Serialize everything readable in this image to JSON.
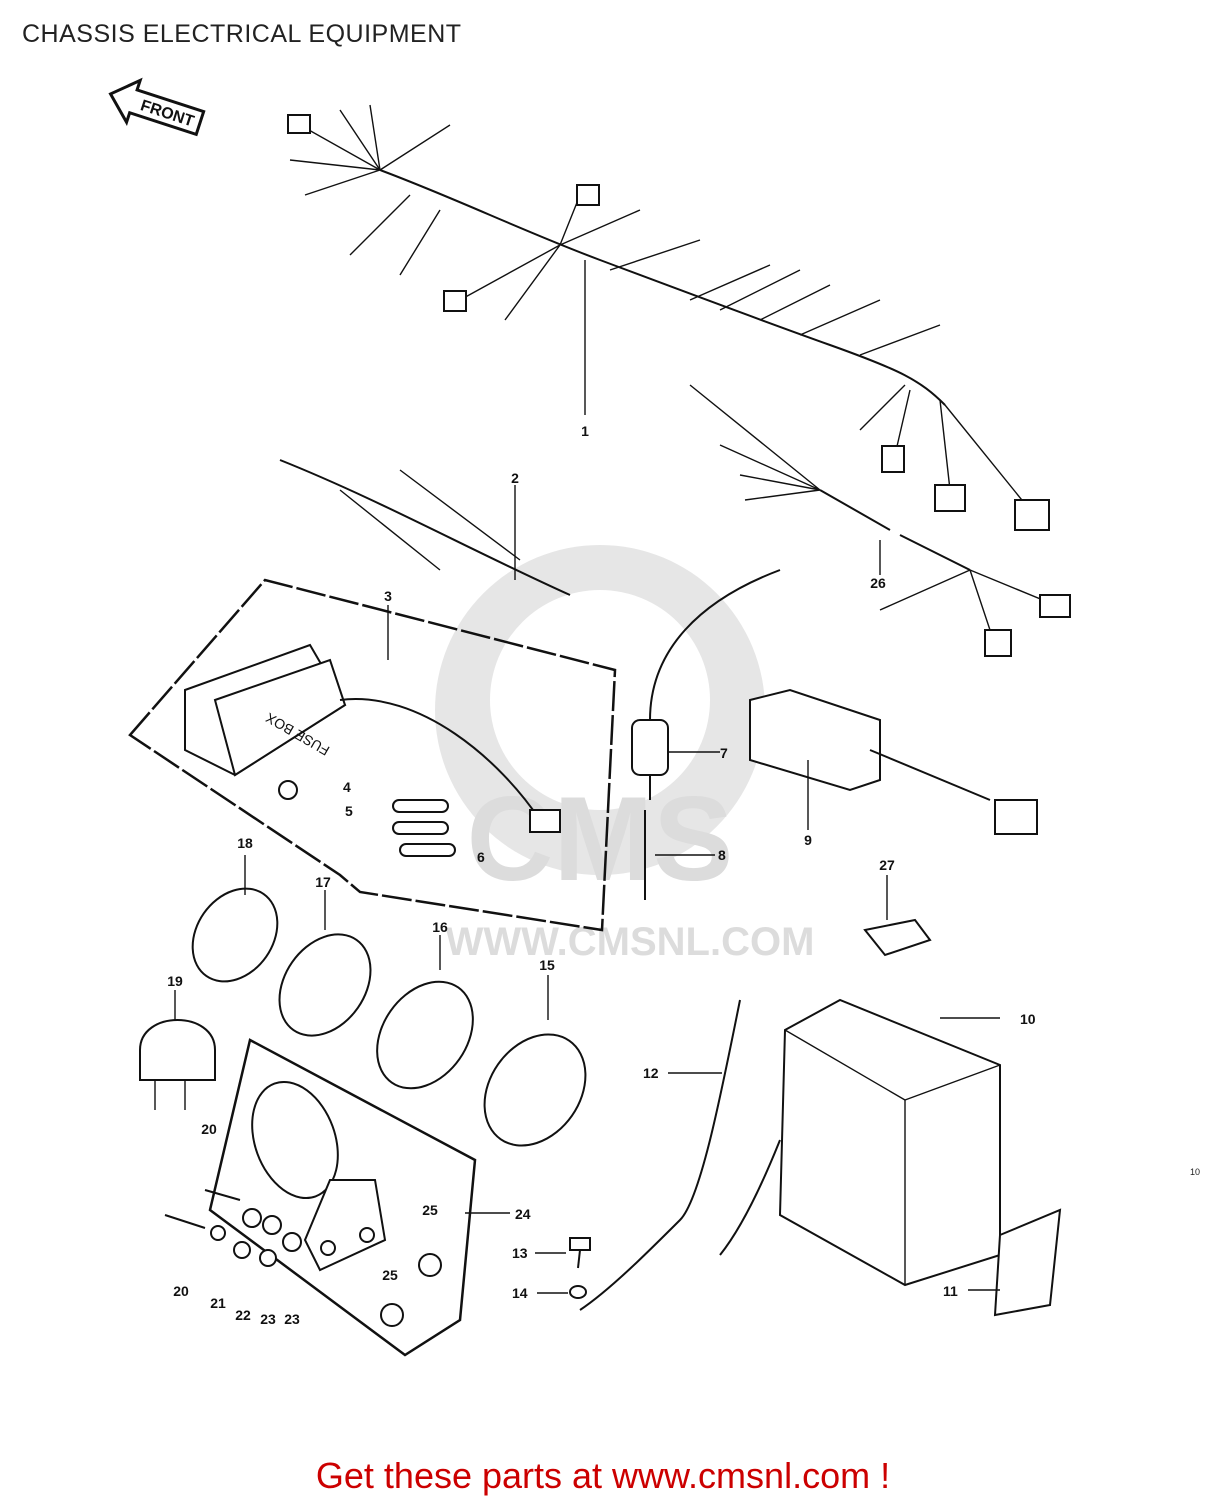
{
  "title": "CHASSIS ELECTRICAL EQUIPMENT",
  "front_arrow_label": "FRONT",
  "fuse_box_text": "FUSE BOX",
  "watermark": {
    "logo_text": "CMS",
    "url": "WWW.CMSNL.COM"
  },
  "corner_text": "10",
  "footer_link": "Get these parts at www.cmsnl.com !",
  "callouts": {
    "c1": "1",
    "c2": "2",
    "c3": "3",
    "c4": "4",
    "c5": "5",
    "c6": "6",
    "c7": "7",
    "c8": "8",
    "c9": "9",
    "c10": "10",
    "c11": "11",
    "c12": "12",
    "c13": "13",
    "c14": "14",
    "c15": "15",
    "c16": "16",
    "c17": "17",
    "c18": "18",
    "c19": "19",
    "c20a": "20",
    "c20b": "20",
    "c21": "21",
    "c22": "22",
    "c23a": "23",
    "c23b": "23",
    "c24": "24",
    "c25a": "25",
    "c25b": "25",
    "c26": "26",
    "c27": "27"
  }
}
